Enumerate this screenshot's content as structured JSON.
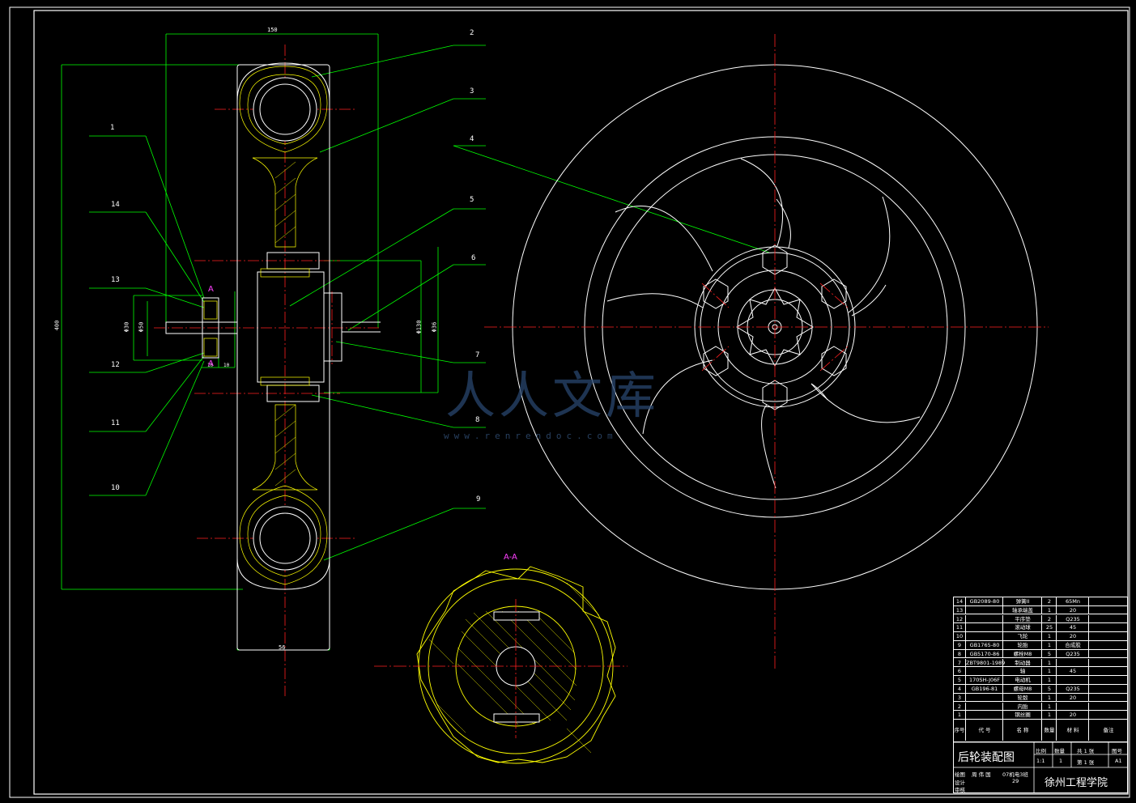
{
  "drawing": {
    "title": "后轮装配图",
    "school": "徐州工程学院",
    "section_label": "A-A",
    "section_mark": "A",
    "callouts": [
      "1",
      "2",
      "3",
      "4",
      "5",
      "6",
      "7",
      "8",
      "9",
      "10",
      "11",
      "12",
      "13",
      "14"
    ],
    "dims": {
      "top_width": "150",
      "bottom_width": "56",
      "overall_height": "400",
      "d1": "Φ30",
      "d2": "Φ50",
      "d3": "Φ130",
      "d4": "Φ36",
      "w1": "10",
      "w2": "10"
    },
    "watermark": "人人文库",
    "watermark_url": "www.renrendoc.com"
  },
  "bom": {
    "rows": [
      {
        "no": "14",
        "code": "GB2089-80",
        "name": "弹簧II",
        "qty": "2",
        "mat": "65Mn",
        "note": ""
      },
      {
        "no": "13",
        "code": "",
        "name": "轴承端盖",
        "qty": "1",
        "mat": "20",
        "note": ""
      },
      {
        "no": "12",
        "code": "",
        "name": "平序垫",
        "qty": "2",
        "mat": "Q235",
        "note": ""
      },
      {
        "no": "11",
        "code": "",
        "name": "滚动球",
        "qty": "25",
        "mat": "45",
        "note": ""
      },
      {
        "no": "10",
        "code": "",
        "name": "飞轮",
        "qty": "1",
        "mat": "20",
        "note": ""
      },
      {
        "no": "9",
        "code": "GB1765-80",
        "name": "轮胎",
        "qty": "1",
        "mat": "合成胶",
        "note": ""
      },
      {
        "no": "8",
        "code": "GB5170-86",
        "name": "螺栓M8",
        "qty": "5",
        "mat": "Q235",
        "note": ""
      },
      {
        "no": "7",
        "code": "ZBT9801-1989",
        "name": "制动器",
        "qty": "1",
        "mat": "",
        "note": ""
      },
      {
        "no": "6",
        "code": "",
        "name": "轴",
        "qty": "1",
        "mat": "45",
        "note": ""
      },
      {
        "no": "5",
        "code": "170SH-J06F",
        "name": "电动机",
        "qty": "1",
        "mat": "",
        "note": ""
      },
      {
        "no": "4",
        "code": "GB196-81",
        "name": "螺母M8",
        "qty": "5",
        "mat": "Q235",
        "note": ""
      },
      {
        "no": "3",
        "code": "",
        "name": "轮毂",
        "qty": "1",
        "mat": "20",
        "note": ""
      },
      {
        "no": "2",
        "code": "",
        "name": "内胎",
        "qty": "1",
        "mat": "",
        "note": ""
      },
      {
        "no": "1",
        "code": "",
        "name": "钢丝圈",
        "qty": "1",
        "mat": "20",
        "note": ""
      }
    ],
    "header": {
      "no": "序号",
      "code": "代  号",
      "name": "名    称",
      "qty": "数量",
      "mat": "材  料",
      "note": "备注"
    },
    "meta": {
      "scale_label": "比例",
      "qty_label": "数量",
      "sheet_label": "共 1 张",
      "drawing_label": "图号",
      "scale": "1:1",
      "qty": "1",
      "sheet_no": "第 1 张",
      "drawing_no": "A1",
      "drawn": "绘图",
      "drawn_by": "周 伟 国",
      "dept": "07机电3班",
      "design": "设计",
      "id": "29",
      "review": "审核"
    }
  },
  "colors": {
    "line": "#ffffff",
    "center": "#ff2020",
    "dim": "#00ff00",
    "hatch": "#ffff00",
    "magenta": "#ff40ff",
    "bg": "#000000"
  }
}
